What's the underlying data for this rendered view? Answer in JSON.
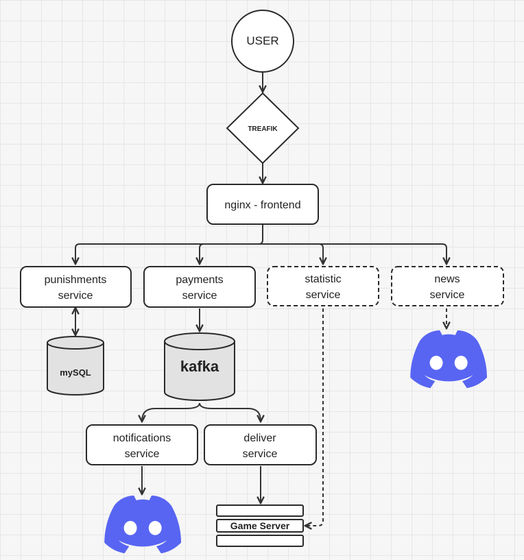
{
  "nodes": {
    "user": "USER",
    "traefik": "TREAFIK",
    "nginx": "nginx - frontend",
    "punishments": [
      "punishments",
      "service"
    ],
    "payments": [
      "payments",
      "service"
    ],
    "statistic": [
      "statistic",
      "service"
    ],
    "news": [
      "news",
      "service"
    ],
    "mysql": "mySQL",
    "kafka": "kafka",
    "notifications": [
      "notifications",
      "service"
    ],
    "deliver": [
      "deliver",
      "service"
    ],
    "game_server": "Game Server"
  },
  "colors": {
    "discord": "#5865F2",
    "db_fill": "#e2e2e2"
  },
  "icons": [
    "discord-icon",
    "discord-icon"
  ]
}
